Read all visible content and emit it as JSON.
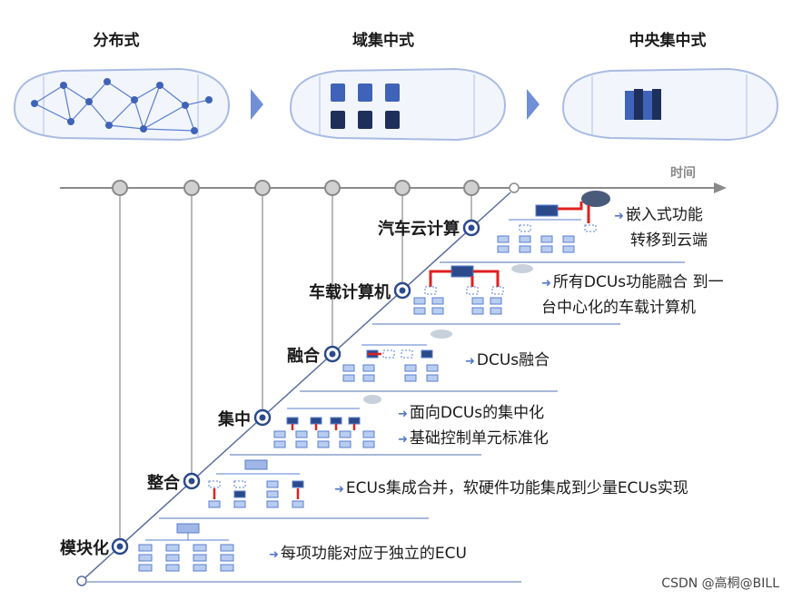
{
  "stages": {
    "distributed": "分布式",
    "domain": "域集中式",
    "central": "中央集中式"
  },
  "axis": {
    "time_label": "时间"
  },
  "steps": [
    {
      "label": "模块化",
      "desc": [
        "每项功能对应于独立的ECU"
      ]
    },
    {
      "label": "整合",
      "desc": [
        "ECUs集成合并，软硬件功能集成到少量ECUs实现"
      ]
    },
    {
      "label": "集中",
      "desc": [
        "面向DCUs的集中化",
        "基础控制单元标准化"
      ]
    },
    {
      "label": "融合",
      "desc": [
        "DCUs融合"
      ]
    },
    {
      "label": "车载计算机",
      "desc": [
        "所有DCUs功能融合 到一",
        "台中心化的车载计算机"
      ]
    },
    {
      "label": "汽车云计算",
      "desc": [
        "嵌入式功能",
        "转移到云端"
      ]
    }
  ],
  "colors": {
    "accent": "#2b4a8a",
    "light_blue": "#6f8fd6",
    "red": "#e02020",
    "node": "#5a7fd0",
    "gray": "#9a9a9a"
  },
  "watermark": "CSDN @高桐@BILL"
}
